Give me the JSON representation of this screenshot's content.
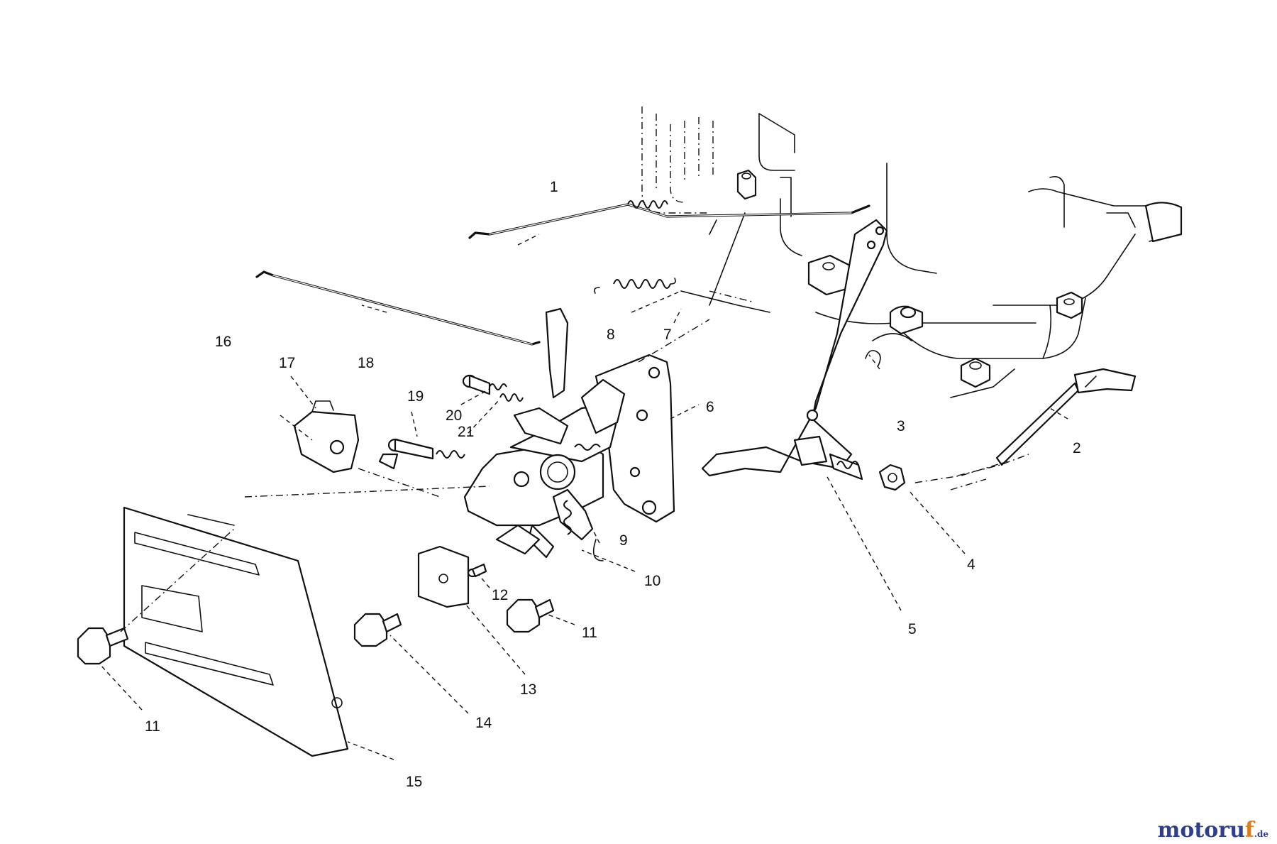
{
  "diagram": {
    "part_labels": {
      "p1": "1",
      "p2": "2",
      "p3": "3",
      "p4": "4",
      "p5": "5",
      "p6": "6",
      "p7": "7",
      "p8": "8",
      "p9": "9",
      "p10": "10",
      "p11a": "11",
      "p11b": "11",
      "p12": "12",
      "p13": "13",
      "p14": "14",
      "p15": "15",
      "p16": "16",
      "p17": "17",
      "p18": "18",
      "p19": "19",
      "p20": "20",
      "p21": "21"
    }
  },
  "watermark": {
    "main": "motoru",
    "accent": "f",
    "tld": ".de"
  },
  "colors": {
    "ink": "#111111",
    "watermark_main": "#2e3f8f",
    "watermark_accent": "#e07b1c"
  }
}
